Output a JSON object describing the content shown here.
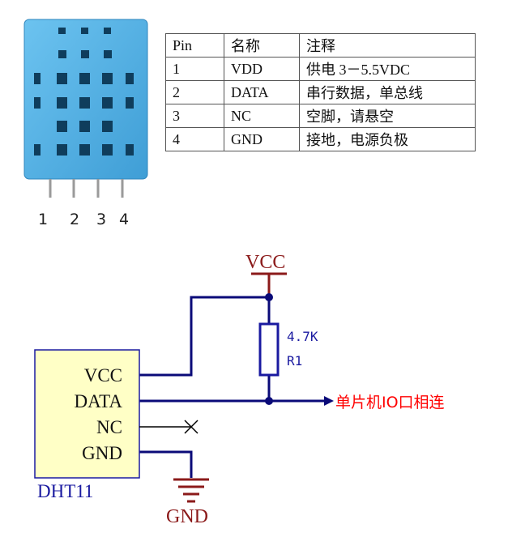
{
  "sensor": {
    "pin_numbers": [
      "1",
      "2",
      "3",
      "4"
    ]
  },
  "pin_table": {
    "headers": [
      "Pin",
      "名称",
      "注释"
    ],
    "rows": [
      [
        "1",
        "VDD",
        "供电 3－5.5VDC"
      ],
      [
        "2",
        "DATA",
        "串行数据，单总线"
      ],
      [
        "3",
        "NC",
        "空脚，请悬空"
      ],
      [
        "4",
        "GND",
        "接地，电源负极"
      ]
    ]
  },
  "schematic": {
    "vcc_label": "VCC",
    "gnd_label": "GND",
    "resistor_value": "4.7K",
    "resistor_name": "R1",
    "chip_name": "DHT11",
    "chip_pins": [
      "VCC",
      "DATA",
      "NC",
      "GND"
    ],
    "mcu_label": "单片机IO口相连"
  },
  "colors": {
    "sensor_body": "#5ab4e8",
    "wire": "#0a0a78",
    "power_symbol": "#8b1a1a",
    "component_outline": "#1a1aa0",
    "chip_fill": "#ffffc6",
    "mcu_label": "#ff0000"
  }
}
